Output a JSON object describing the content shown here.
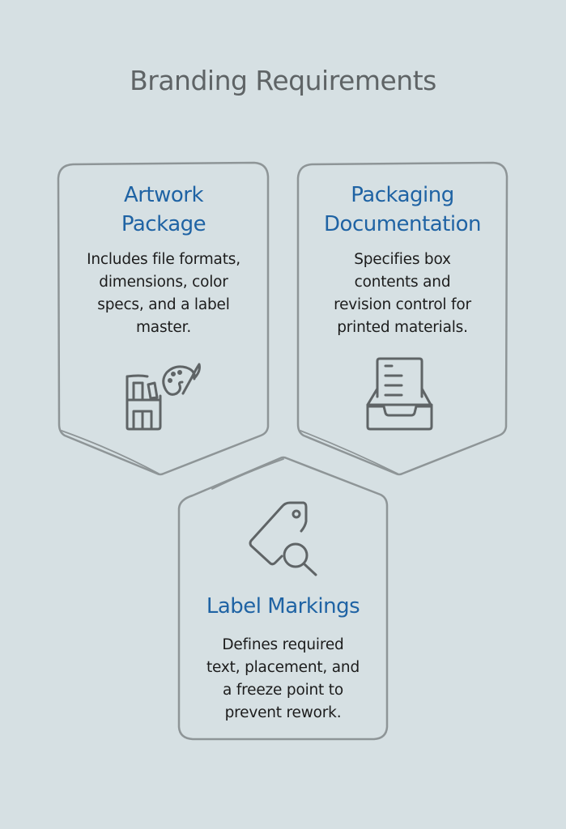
{
  "title": "Branding Requirements",
  "colors": {
    "background": "#d6e0e3",
    "outline": "#8e9597",
    "heading": "#1f63a4",
    "body_text": "#1c1c1c",
    "title_text": "#5f6466",
    "icon_stroke": "#5f6466"
  },
  "cards": [
    {
      "heading": "Artwork Package",
      "heading_lines": [
        "Artwork",
        "Package"
      ],
      "description_lines": [
        "Includes file formats,",
        "dimensions, color",
        "specs, and a label",
        "master."
      ],
      "icon": "bookshelf-palette-icon"
    },
    {
      "heading": "Packaging Documentation",
      "heading_lines": [
        "Packaging",
        "Documentation"
      ],
      "description_lines": [
        "Specifies box",
        "contents and",
        "revision control for",
        "printed materials."
      ],
      "icon": "document-tray-icon"
    },
    {
      "heading": "Label Markings",
      "heading_lines": [
        "Label Markings"
      ],
      "description_lines": [
        "Defines required",
        "text, placement, and",
        "a freeze point to",
        "prevent rework."
      ],
      "icon": "tag-search-icon"
    }
  ]
}
